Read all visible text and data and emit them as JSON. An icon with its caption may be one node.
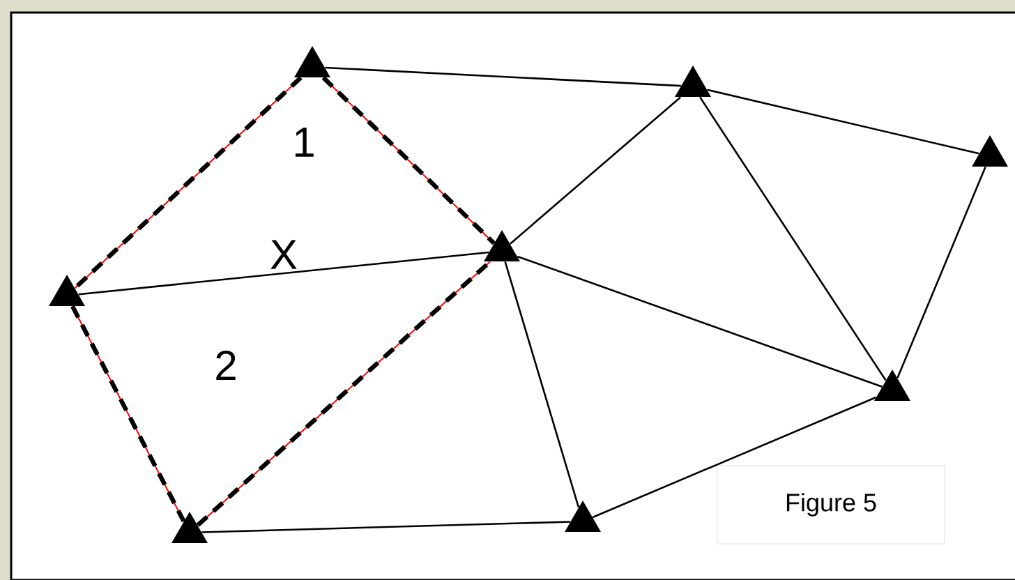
{
  "diagram": {
    "caption": "Figure 5",
    "nodes": [
      {
        "text": [],
        "shape": "triangle"
      },
      {
        "text": [],
        "shape": "triangle"
      },
      {
        "text": [],
        "shape": "triangle"
      },
      {
        "text": [],
        "shape": "triangle"
      },
      {
        "text": [],
        "shape": "triangle"
      },
      {
        "text": [],
        "shape": "triangle"
      },
      {
        "text": [],
        "shape": "triangle"
      },
      {
        "text": [],
        "shape": "triangle"
      }
    ],
    "edges": [
      {
        "from": 0,
        "to": 1,
        "arrow": "none"
      },
      {
        "from": 0,
        "to": 3,
        "arrow": "none",
        "style": "dashed",
        "color": "#ff0000"
      },
      {
        "from": 0,
        "to": 4,
        "arrow": "none",
        "style": "dashed",
        "color": "#ff0000"
      },
      {
        "from": 3,
        "to": 4,
        "arrow": "none",
        "label": "X"
      },
      {
        "from": 3,
        "to": 6,
        "arrow": "none",
        "style": "dashed",
        "color": "#ff0000"
      },
      {
        "from": 6,
        "to": 4,
        "arrow": "none",
        "style": "dashed",
        "color": "#ff0000"
      },
      {
        "from": 6,
        "to": 7,
        "arrow": "none"
      },
      {
        "from": 4,
        "to": 1,
        "arrow": "none"
      },
      {
        "from": 4,
        "to": 5,
        "arrow": "none"
      },
      {
        "from": 4,
        "to": 7,
        "arrow": "none"
      },
      {
        "from": 1,
        "to": 2,
        "arrow": "none"
      },
      {
        "from": 1,
        "to": 5,
        "arrow": "none"
      },
      {
        "from": 2,
        "to": 5,
        "arrow": "none"
      },
      {
        "from": 7,
        "to": 5,
        "arrow": "none"
      }
    ],
    "labels": [
      "1",
      "2"
    ]
  }
}
